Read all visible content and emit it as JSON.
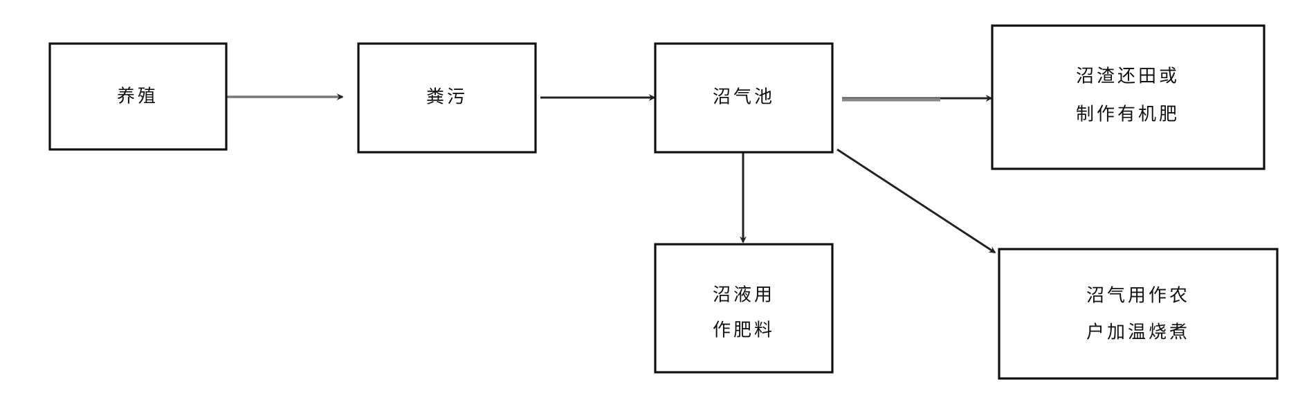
{
  "nodes": {
    "breeding": {
      "lines": [
        "养殖"
      ]
    },
    "manure": {
      "lines": [
        "粪污"
      ]
    },
    "biogas_digester": {
      "lines": [
        "沼气池"
      ]
    },
    "residue": {
      "lines": [
        "沼渣还田或",
        "制作有机肥"
      ]
    },
    "slurry": {
      "lines": [
        "沼液用",
        "作肥料"
      ]
    },
    "biogas_use": {
      "lines": [
        "沼气用作农",
        "户加温烧煮"
      ]
    }
  },
  "edges": [
    {
      "from": "养殖",
      "to": "粪污"
    },
    {
      "from": "粪污",
      "to": "沼气池"
    },
    {
      "from": "沼气池",
      "to": "沼渣还田或制作有机肥"
    },
    {
      "from": "沼气池",
      "to": "沼液用作肥料"
    },
    {
      "from": "沼气池",
      "to": "沼气用作农户加温烧煮"
    }
  ]
}
